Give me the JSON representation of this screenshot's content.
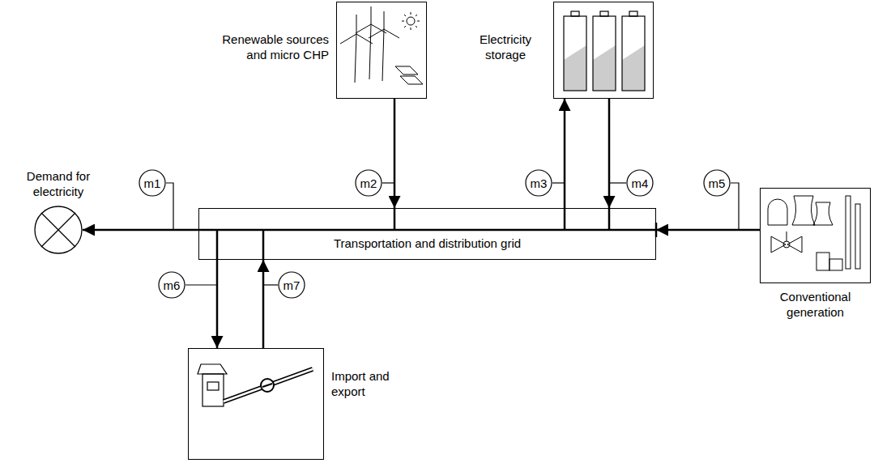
{
  "diagram": {
    "nodes": [
      {
        "text": [
          "Renewable sources and micro CHP"
        ]
      },
      {
        "text": [
          "Electricity storage"
        ]
      },
      {
        "text": [
          "Demand for electricity"
        ]
      },
      {
        "text": [
          "m1"
        ]
      },
      {
        "text": [
          "m2"
        ]
      },
      {
        "text": [
          "m3"
        ]
      },
      {
        "text": [
          "m4"
        ]
      },
      {
        "text": [
          "m5"
        ]
      },
      {
        "text": [
          "Transportation and distribution grid"
        ]
      },
      {
        "text": [
          "Conventional generation"
        ]
      },
      {
        "text": [
          "m6"
        ]
      },
      {
        "text": [
          "m7"
        ]
      },
      {
        "text": [
          "Import and export"
        ]
      }
    ],
    "edges": [
      {
        "from": 0,
        "to": 8,
        "arrow": "to"
      },
      {
        "from": 8,
        "to": 1,
        "arrow": "to"
      },
      {
        "from": 1,
        "to": 8,
        "arrow": "to"
      },
      {
        "from": 8,
        "to": 2,
        "arrow": "to"
      },
      {
        "from": 9,
        "to": 8,
        "arrow": "to"
      },
      {
        "from": 8,
        "to": 12,
        "arrow": "to"
      },
      {
        "from": 12,
        "to": 8,
        "arrow": "to"
      }
    ]
  }
}
